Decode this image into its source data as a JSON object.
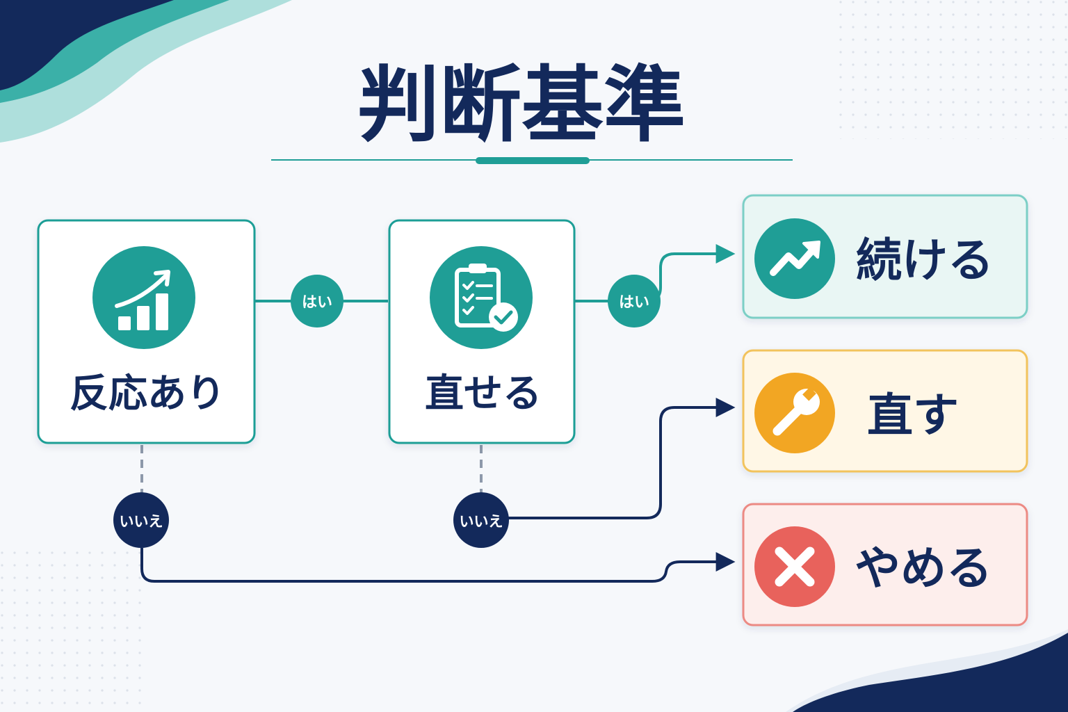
{
  "title": "判断基準",
  "colors": {
    "navy": "#13295b",
    "teal": "#1f9e96",
    "teal_light": "#e9f6f4",
    "orange": "#f2a623",
    "orange_light": "#fff7e6",
    "red": "#e8625c",
    "red_light": "#fdeeec",
    "connector_gray": "#8d99aa"
  },
  "decisions": [
    {
      "id": "response",
      "label": "反応あり",
      "icon": "bar-chart-growth-icon"
    },
    {
      "id": "fixable",
      "label": "直せる",
      "icon": "clipboard-check-icon"
    }
  ],
  "connectors": {
    "yes_1": "はい",
    "yes_2": "はい",
    "no_1": "いいえ",
    "no_2": "いいえ"
  },
  "outcomes": [
    {
      "id": "continue",
      "label": "続ける",
      "icon": "trending-up-icon"
    },
    {
      "id": "fix",
      "label": "直す",
      "icon": "wrench-icon"
    },
    {
      "id": "stop",
      "label": "やめる",
      "icon": "close-x-icon"
    }
  ]
}
